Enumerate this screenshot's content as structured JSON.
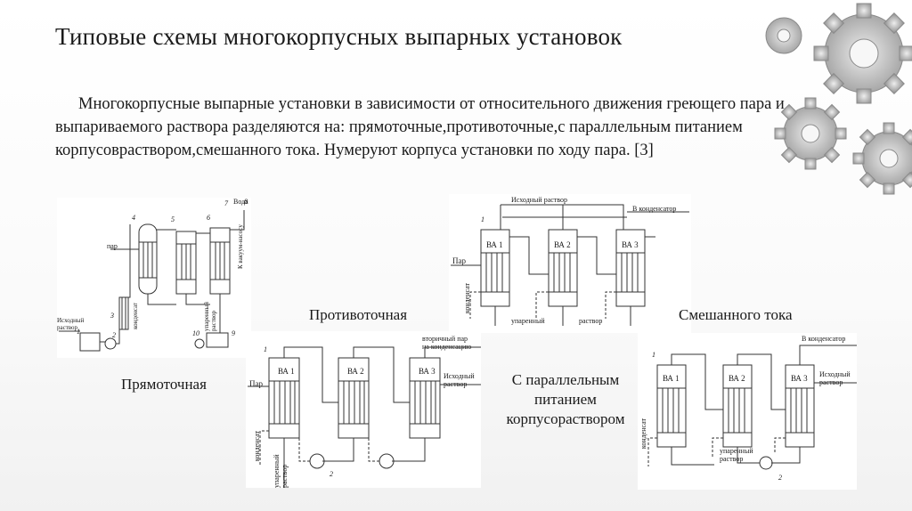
{
  "slide": {
    "title": "Типовые схемы многокорпусных выпарных установок",
    "paragraph": "Многокорпусные выпарные установки в зависимости от относительного движения греющего пара и выпариваемого раствора разделяются на: прямоточные,противоточные,с параллельным питанием корпусовраствором,смешанного тока. Нумеруют корпуса установки по ходу пара. [3]"
  },
  "labels": {
    "direct": "Прямоточная",
    "counter": "Противоточная",
    "mixed": "Смешанного тока",
    "parallel_1": "С параллельным",
    "parallel_2": "питанием",
    "parallel_3": "корпусораствором"
  },
  "diagrams": {
    "direct": {
      "water": "Вода",
      "vacuum": "К вакуум-насосу",
      "steam": "пар",
      "source_solution_1": "Исходный",
      "source_solution_2": "раствор",
      "condensate": "конденсат",
      "evaporated": "упаренный раствор",
      "num1": "1",
      "num2": "2",
      "num3": "3",
      "num4": "4",
      "num5": "5",
      "num6": "6",
      "num7": "7",
      "num8": "8",
      "num9": "9",
      "num10": "10"
    },
    "counter": {
      "ba1": "ВА 1",
      "ba2": "ВА 2",
      "ba3": "ВА 3",
      "steam": "Пар",
      "secondary_1": "вторичный пар",
      "secondary_2": "на конденсацию",
      "source_1": "Исходный",
      "source_2": "раствор",
      "condensate": "конденсат",
      "evaporated": "упаренный раствор",
      "num1": "1",
      "num2": "2"
    },
    "parallel": {
      "source": "Исходный раствор",
      "to_condenser": "В конденсатор",
      "ba1": "ВА 1",
      "ba2": "ВА 2",
      "ba3": "ВА 3",
      "steam": "Пар",
      "condensate": "конденсат",
      "evaporated": "упаренный",
      "solution": "раствор",
      "num1": "1"
    },
    "mixed": {
      "to_condenser": "В конденсатор",
      "ba1": "ВА 1",
      "ba2": "ВА 2",
      "ba3": "ВА 3",
      "source_1": "Исходный",
      "source_2": "раствор",
      "condensate": "конденсат",
      "evaporated_1": "упаренный",
      "evaporated_2": "раствор",
      "num1": "1",
      "num2": "2"
    }
  }
}
